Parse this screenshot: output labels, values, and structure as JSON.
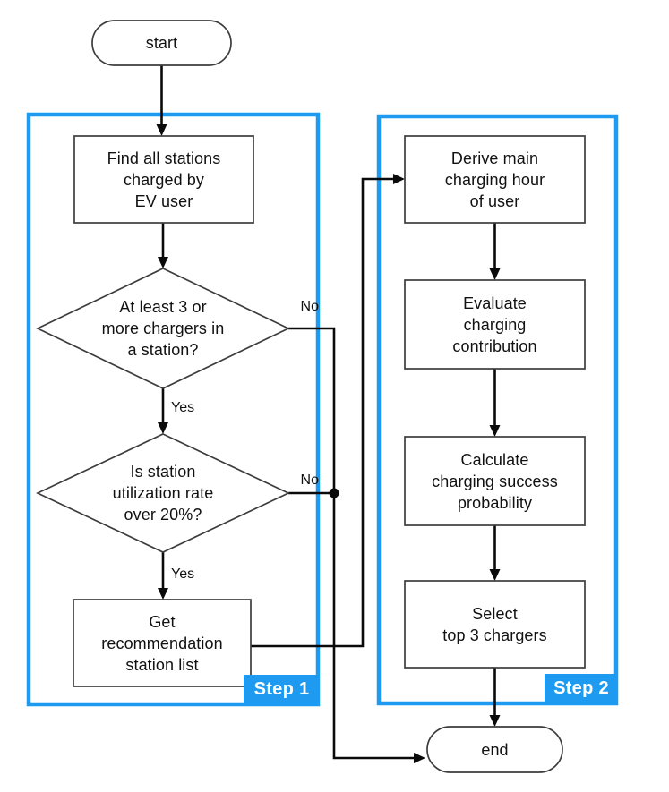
{
  "diagram": {
    "type": "flowchart",
    "accent_color": "#1e9bf0",
    "line_color": "#111111",
    "nodes": {
      "start": "start",
      "find_stations": "Find all stations\ncharged by\nEV user",
      "chargers_decision": "At least 3 or\nmore chargers in\na station?",
      "utilization_decision": "Is station\nutilization rate\nover 20%?",
      "get_recommendation": "Get\nrecommendation\nstation list",
      "derive_hour": "Derive main\ncharging hour\nof user",
      "evaluate_contribution": "Evaluate\ncharging\ncontribution",
      "calculate_probability": "Calculate\ncharging success\nprobability",
      "select_chargers": "Select\ntop 3 chargers",
      "end": "end"
    },
    "groups": {
      "step1": "Step 1",
      "step2": "Step 2"
    },
    "edge_labels": {
      "chargers_yes": "Yes",
      "chargers_no": "No",
      "utilization_yes": "Yes",
      "utilization_no": "No"
    }
  }
}
